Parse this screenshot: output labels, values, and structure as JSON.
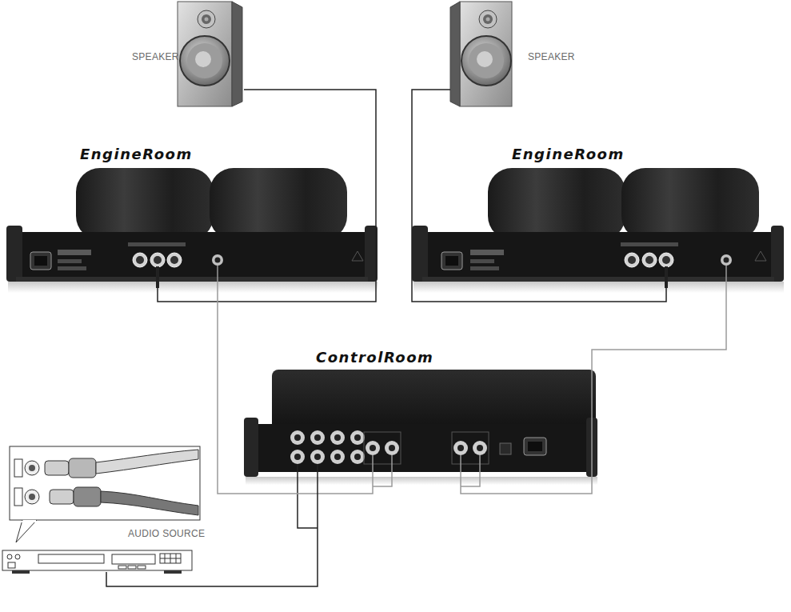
{
  "diagram": {
    "nodes": [
      {
        "text": [
          "SPEAKER"
        ]
      },
      {
        "text": [
          "SPEAKER"
        ]
      },
      {
        "text": [
          "EngineRoom"
        ]
      },
      {
        "text": [
          "EngineRoom"
        ]
      },
      {
        "text": [
          "ControlRoom"
        ]
      },
      {
        "text": [
          "AUDIO SOURCE"
        ]
      }
    ],
    "edges": [
      {
        "from": 0,
        "to": 2,
        "arrow": "none"
      },
      {
        "from": 1,
        "to": 3,
        "arrow": "none"
      },
      {
        "from": 2,
        "to": 4,
        "arrow": "none"
      },
      {
        "from": 3,
        "to": 4,
        "arrow": "none"
      },
      {
        "from": 5,
        "to": 4,
        "arrow": "none"
      }
    ]
  }
}
